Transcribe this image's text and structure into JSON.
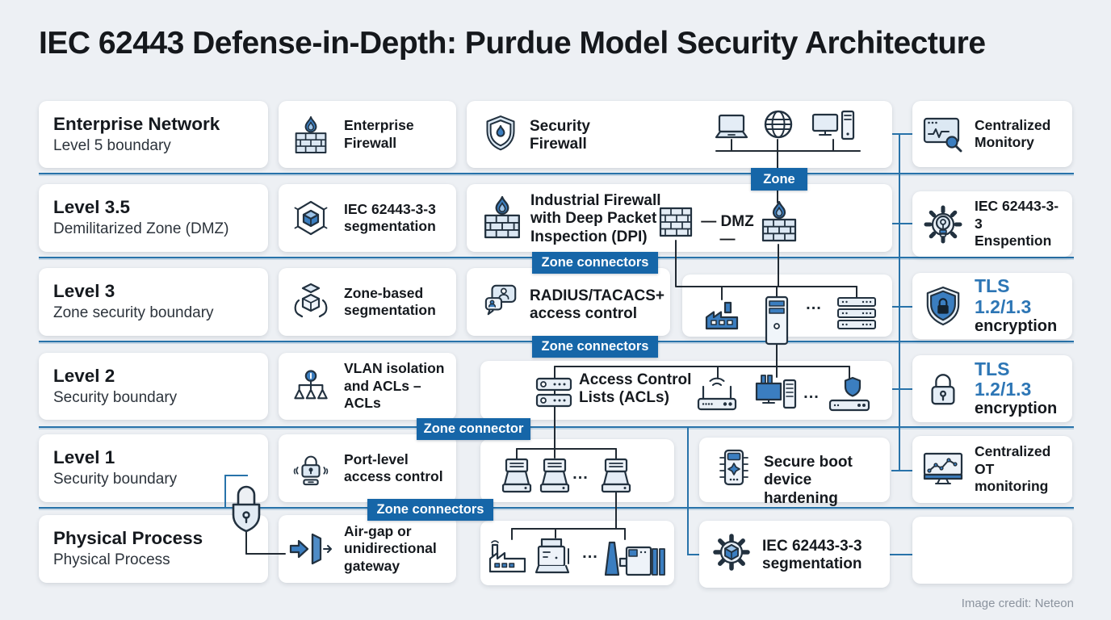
{
  "title": "IEC 62443 Defense-in-Depth: Purdue Model Security Architecture",
  "credit": "Image credit: Neteon",
  "colors": {
    "background": "#edf0f4",
    "badge_blue": "#1666a8",
    "boundary_blue": "#2873aa",
    "icon_blue": "#3b7ec0",
    "icon_light": "#dce8f3",
    "line_dark": "#212a33",
    "tls_accent": "#2d76b5"
  },
  "badges": {
    "zone": "Zone",
    "connectors": "Zone connectors",
    "connector": "Zone connector"
  },
  "levels": [
    {
      "title": "Enterprise Network",
      "subtitle": "Level 5 boundary"
    },
    {
      "title": "Level 3.5",
      "subtitle": "Demilitarized Zone (DMZ)"
    },
    {
      "title": "Level 3",
      "subtitle": "Zone security boundary"
    },
    {
      "title": "Level 2",
      "subtitle": "Security boundary"
    },
    {
      "title": "Level 1",
      "subtitle": "Security boundary"
    },
    {
      "title": "Physical Process",
      "subtitle": "Physical Process"
    }
  ],
  "controls": [
    {
      "label": "Enterprise Firewall",
      "icon": "firewall-icon"
    },
    {
      "label": "IEC 62443-3-3 segmentation",
      "icon": "hexagon-cube-icon"
    },
    {
      "label": "Zone-based segmentation",
      "icon": "cube-hands-icon"
    },
    {
      "label": "VLAN isolation and ACLs – ACLs",
      "icon": "vlan-tree-icon"
    },
    {
      "label": "Port-level access control",
      "icon": "port-lock-icon"
    },
    {
      "label": "Air-gap or unidirectional gateway",
      "icon": "airgap-gateway-icon"
    }
  ],
  "network": {
    "security_firewall": "Security Firewall",
    "industrial_firewall": "Industrial Firewall with Deep Packet Inspection (DPI)",
    "dmz": "— DMZ —",
    "radius": "RADIUS/TACACS+ access control",
    "acl": "Access Control Lists (ACLs)",
    "secure_boot": "Secure boot device hardening",
    "iec_segmentation": "IEC 62443-3-3 segmentation",
    "ellipsis": "..."
  },
  "monitoring": [
    {
      "label": "Centralized Monitory",
      "icon": "monitor-pulse-magnifier-icon"
    },
    {
      "label": "IEC 62443-3-3 Enspention",
      "icon": "gear-lightbulb-icon"
    },
    {
      "label_accent": "TLS 1.2/1.3",
      "label": "encryption",
      "icon": "shield-lock-icon"
    },
    {
      "label_accent": "TLS 1.2/1.3",
      "label": "encryption",
      "icon": "padlock-icon"
    },
    {
      "label": "Centralized OT monitoring",
      "icon": "monitor-chart-icon"
    },
    {
      "label": "",
      "icon": ""
    }
  ]
}
